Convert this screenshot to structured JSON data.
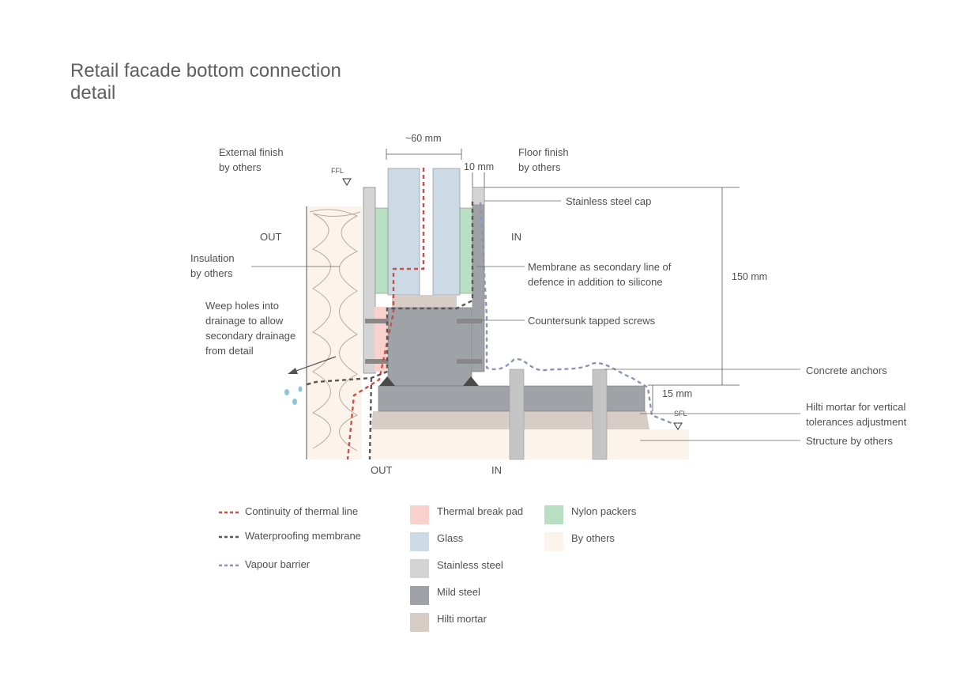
{
  "title": "Retail facade bottom connection detail",
  "dimensions": {
    "glass_width": "~60 mm",
    "cap_gap": "10 mm",
    "height": "150 mm",
    "mortar": "15 mm"
  },
  "level_markers": {
    "ffl": "FFL",
    "sfl": "SFL"
  },
  "zone_labels": {
    "out_top": "OUT",
    "in_top": "IN",
    "out_bottom": "OUT",
    "in_bottom": "IN"
  },
  "annotations": {
    "external_finish": [
      "External finish",
      "by others"
    ],
    "floor_finish": [
      "Floor finish",
      "by others"
    ],
    "insulation": [
      "Insulation",
      "by others"
    ],
    "weep_holes": [
      "Weep holes into",
      "drainage to allow",
      "secondary drainage",
      "from detail"
    ],
    "stainless_cap": "Stainless steel cap",
    "membrane": [
      "Membrane as secondary line of",
      "defence in addition to silicone"
    ],
    "screws": "Countersunk tapped screws",
    "anchors": "Concrete anchors",
    "hilti": [
      "Hilti mortar for vertical",
      "tolerances adjustment"
    ],
    "structure": "Structure by others"
  },
  "legend_lines": [
    {
      "label": "Continuity of thermal line",
      "color": "#c8504a"
    },
    {
      "label": "Waterproofing membrane",
      "color": "#585858"
    },
    {
      "label": "Vapour barrier",
      "color": "#8f93b8"
    }
  ],
  "legend_materials": [
    {
      "label": "Thermal break pad",
      "color": "#f8d1cc"
    },
    {
      "label": "Glass",
      "color": "#ccdae5"
    },
    {
      "label": "Stainless steel",
      "color": "#d4d4d4"
    },
    {
      "label": "Mild steel",
      "color": "#9fa2a7"
    },
    {
      "label": "Hilti mortar",
      "color": "#d8ccc6"
    },
    {
      "label": "Nylon packers",
      "color": "#b9dfc2"
    },
    {
      "label": "By others",
      "color": "#fcf3ea"
    }
  ]
}
